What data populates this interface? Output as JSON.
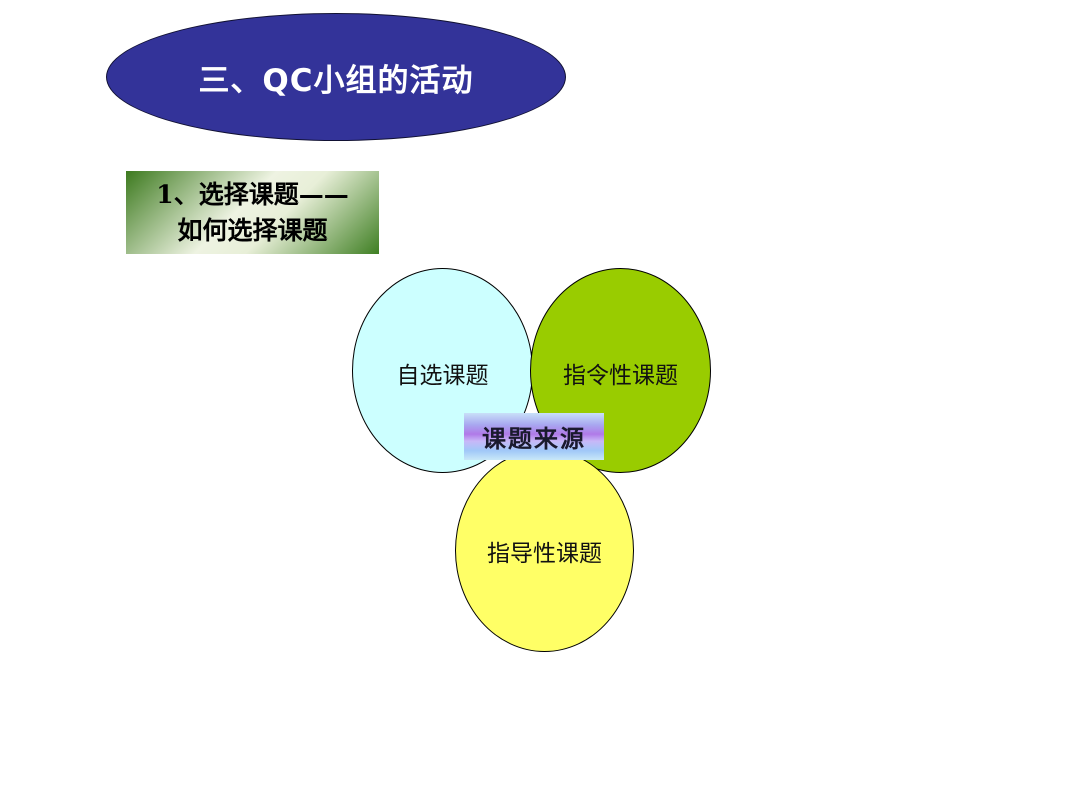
{
  "slide": {
    "title": "三、QC小组的活动",
    "subtitle": {
      "line1": "1、选择课题——",
      "line2": "如何选择课题"
    },
    "diagram": {
      "center_label": "课题来源",
      "nodes": [
        {
          "label": "自选课题",
          "color": "#ccffff"
        },
        {
          "label": "指令性课题",
          "color": "#99cc00"
        },
        {
          "label": "指导性课题",
          "color": "#ffff66"
        }
      ]
    },
    "colors": {
      "title_fill": "#333399",
      "title_text": "#ffffff",
      "subtitle_gradient_dark": "#3d7a1f",
      "label_gradient": "#b07ae8"
    }
  }
}
